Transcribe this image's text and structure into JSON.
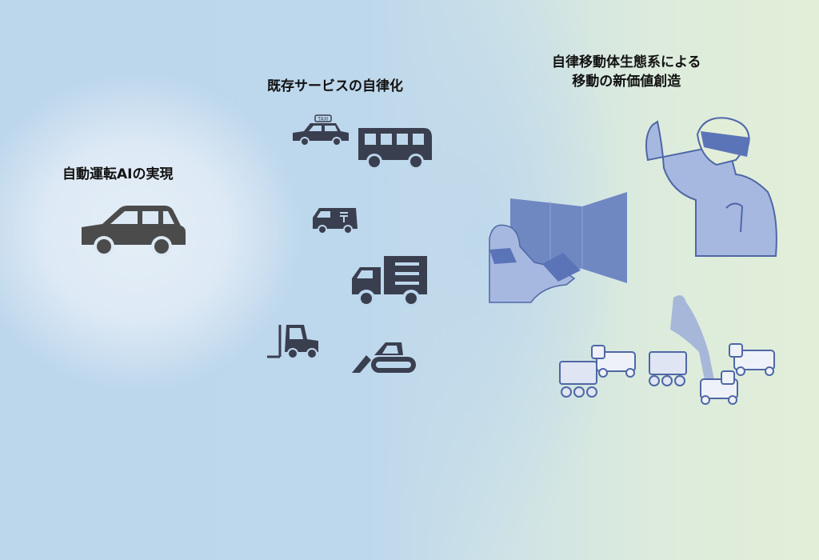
{
  "sections": [
    {
      "title": "自動運転AIの実現"
    },
    {
      "title": "既存サービスの自律化"
    },
    {
      "title_line1": "自律移動体生態系による",
      "title_line2": "移動の新価値創造"
    }
  ],
  "taxi_sign": "TAXI",
  "colors": {
    "vehicle_dark": "#3a3f4f",
    "car": "#4b4b4b",
    "illustration_blue": "#6f88c2",
    "illustration_light": "#a7b8e0"
  }
}
